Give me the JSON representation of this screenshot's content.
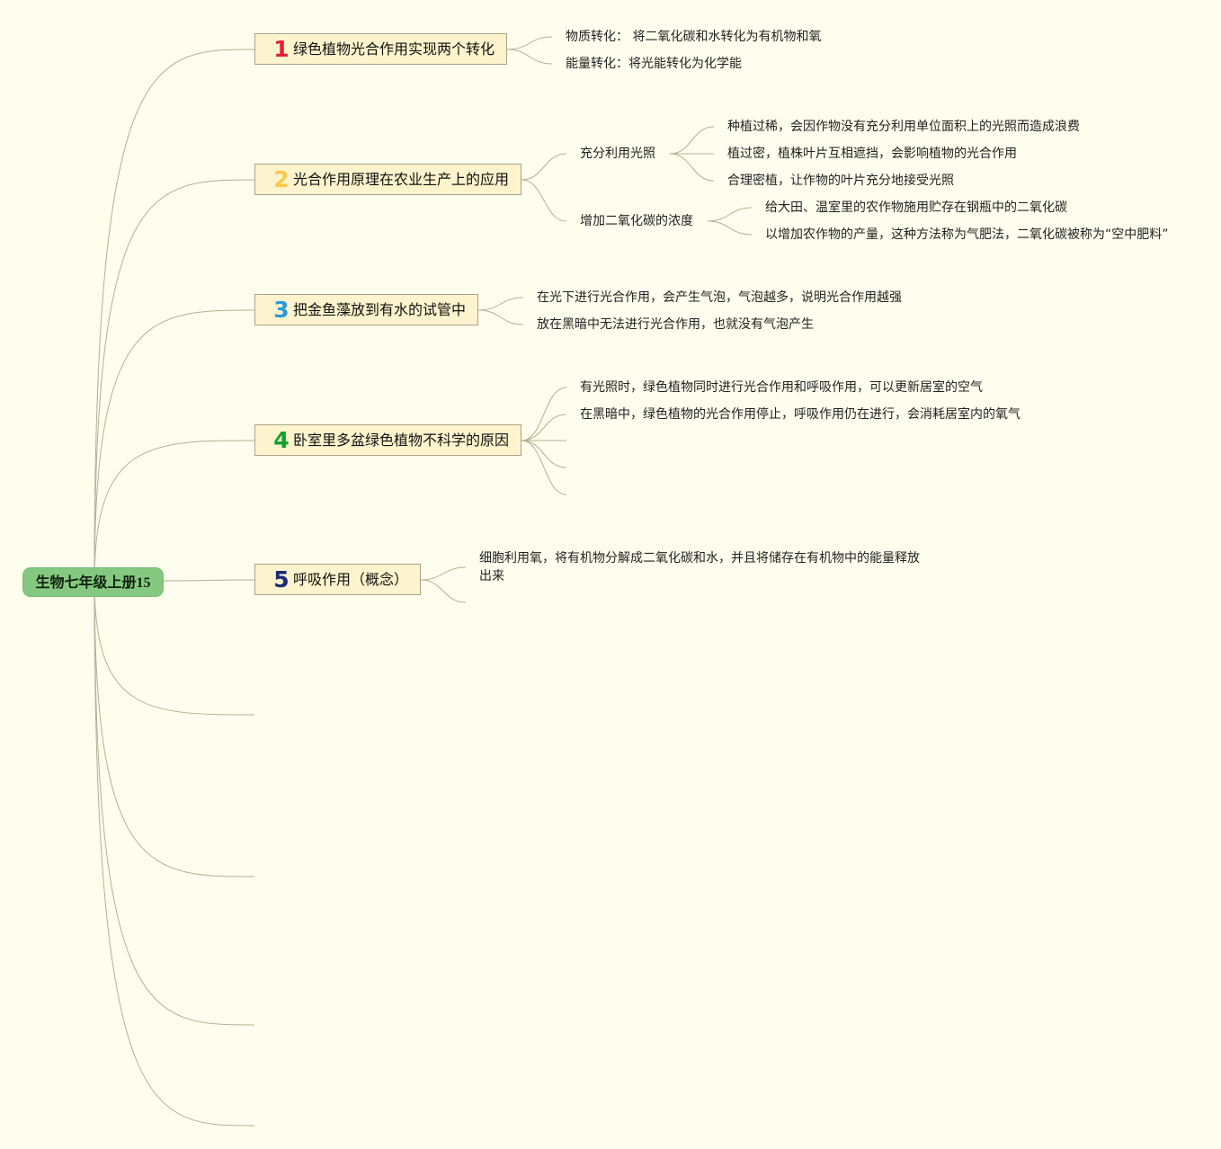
{
  "root": {
    "label": "生物七年级上册15"
  },
  "topics": [
    {
      "number": "1",
      "color": "#e0203a",
      "label": "绿色植物光合作用实现两个转化",
      "children": [
        {
          "label": "物质转化： 将二氧化碳和水转化为有机物和氧"
        },
        {
          "label": "能量转化：将光能转化为化学能"
        }
      ]
    },
    {
      "number": "2",
      "color": "#f6c94a",
      "label": "光合作用原理在农业生产上的应用",
      "children": [
        {
          "label": "充分利用光照",
          "children": [
            {
              "label": "种植过稀，会因作物没有充分利用单位面积上的光照而造成浪费"
            },
            {
              "label": "植过密，植株叶片互相遮挡，会影响植物的光合作用"
            },
            {
              "label": "合理密植，让作物的叶片充分地接受光照"
            }
          ]
        },
        {
          "label": "增加二氧化碳的浓度",
          "children": [
            {
              "label": "给大田、温室里的农作物施用贮存在钢瓶中的二氧化碳"
            },
            {
              "label": "以增加农作物的产量，这种方法称为气肥法，二氧化碳被称为“空中肥料”"
            }
          ]
        }
      ]
    },
    {
      "number": "3",
      "color": "#2a9ad8",
      "label": "把金鱼藻放到有水的试管中",
      "children": [
        {
          "label": "在光下进行光合作用，会产生气泡，气泡越多，说明光合作用越强"
        },
        {
          "label": "放在黑暗中无法进行光合作用，也就没有气泡产生"
        }
      ]
    },
    {
      "number": "4",
      "color": "#16a02c",
      "label": "卧室里多盆绿色植物不科学的原因",
      "children": [
        {
          "label": "有光照时，绿色植物同时进行光合作用和呼吸作用，可以更新居室的空气"
        },
        {
          "label": "在黑暗中，绿色植物的光合作用停止，呼吸作用仍在进行，会消耗居室内的氧气"
        },
        {
          "label": ""
        },
        {
          "label": ""
        },
        {
          "label": ""
        }
      ]
    },
    {
      "number": "5",
      "color": "#1d2a78",
      "label": "呼吸作用（概念）",
      "children": [
        {
          "label": "细胞利用氧，将有机物分解成二氧化碳和水，并且将储存在有机物中的能量释放出来"
        },
        {
          "label": ""
        }
      ]
    }
  ],
  "colors": {
    "background": "#fefeee",
    "root_fill": "#84c97f",
    "topic_fill": "#fdf3cc",
    "topic_border": "#a8a489",
    "connector": "#b3b095"
  }
}
